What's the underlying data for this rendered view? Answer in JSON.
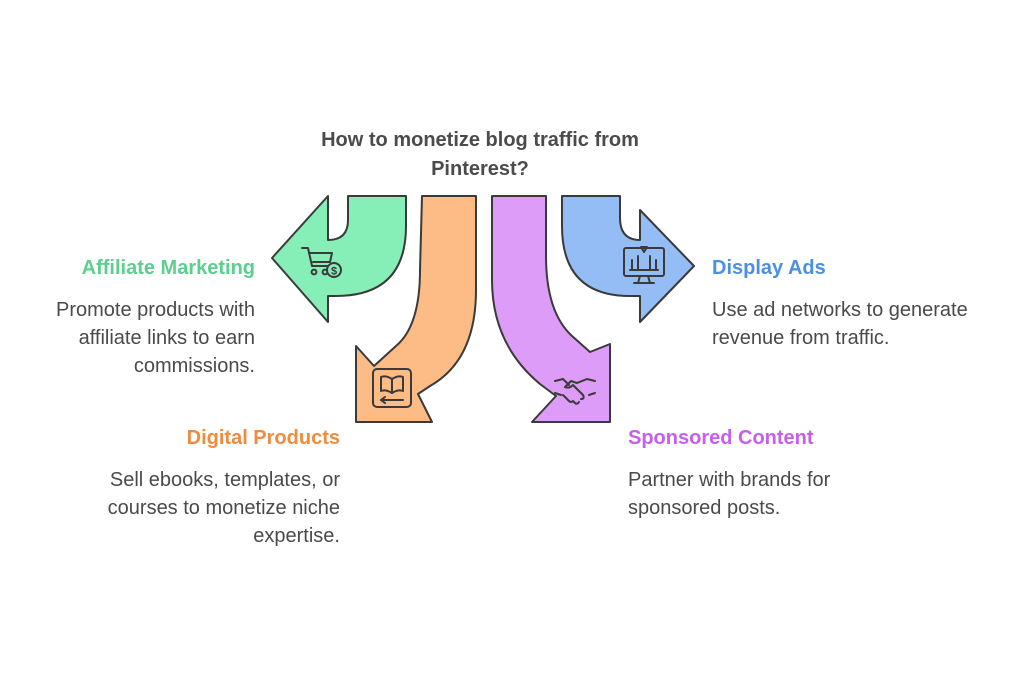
{
  "title": "How to monetize blog traffic from Pinterest?",
  "items": [
    {
      "label": "Affiliate Marketing",
      "description": "Promote products with affiliate links to earn commissions.",
      "color": "#5ccf8e",
      "fill": "#86efb7",
      "icon": "shopping-cart-dollar-icon"
    },
    {
      "label": "Digital Products",
      "description": "Sell ebooks, templates, or courses to monetize niche expertise.",
      "color": "#ee8c3f",
      "fill": "#fdbb85",
      "icon": "ebook-icon"
    },
    {
      "label": "Sponsored Content",
      "description": "Partner with brands for sponsored posts.",
      "color": "#c75ef0",
      "fill": "#dd9cf8",
      "icon": "handshake-icon"
    },
    {
      "label": "Display Ads",
      "description": "Use ad networks to generate revenue from traffic.",
      "color": "#4e8fe4",
      "fill": "#94bcf5",
      "icon": "monitor-ads-icon"
    }
  ]
}
